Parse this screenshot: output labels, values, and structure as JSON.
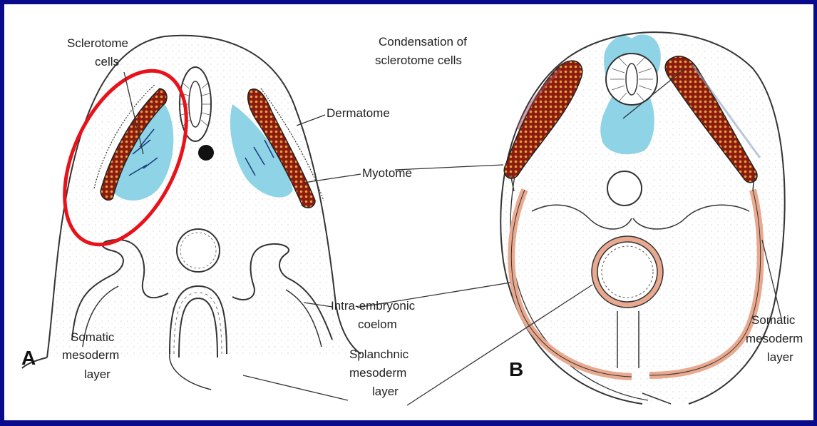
{
  "panel_a": {
    "letter": "A",
    "labels": {
      "sclerotome_cells_1": "Sclerotome",
      "sclerotome_cells_2": "cells",
      "dermatome": "Dermatome",
      "myotome": "Myotome",
      "intra_embryonic_1": "Intra-embryonic",
      "intra_embryonic_2": "coelom",
      "somatic_1": "Somatic",
      "somatic_2": "mesoderm",
      "somatic_3": "layer",
      "splanchnic_1": "Splanchnic",
      "splanchnic_2": "mesoderm",
      "splanchnic_3": "layer"
    }
  },
  "panel_b": {
    "letter": "B",
    "labels": {
      "condensation_1": "Condensation of",
      "condensation_2": "sclerotome cells",
      "somatic_1": "Somatic",
      "somatic_2": "mesoderm",
      "somatic_3": "layer"
    }
  },
  "colors": {
    "background": "#0a0a8c",
    "highlight_ring": "#e8121a",
    "sclerotome_blue": "#8fd3e6",
    "myotome_red": "#8b1a10",
    "mesoderm_pink": "#e9a98f"
  }
}
